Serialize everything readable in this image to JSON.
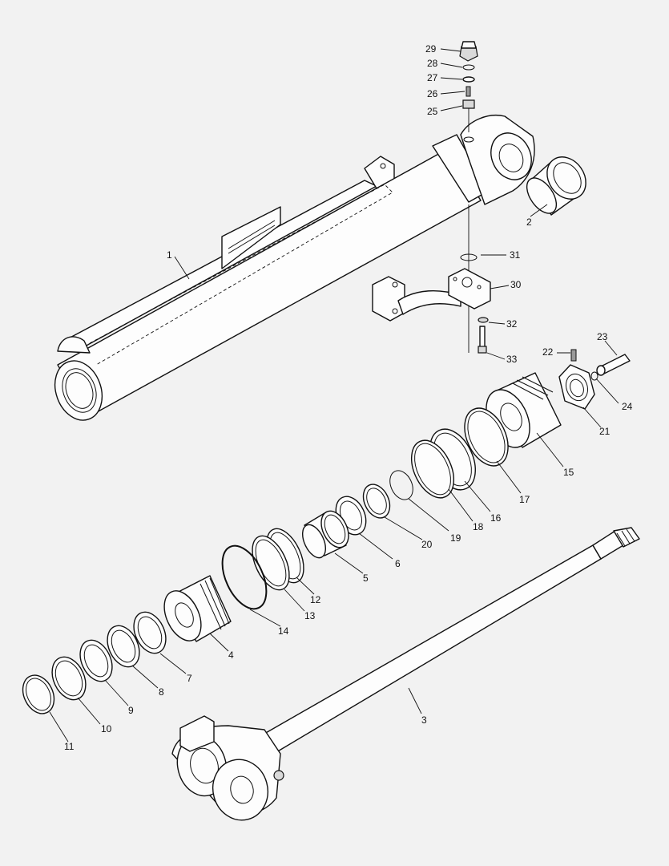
{
  "diagram": {
    "labels": [
      {
        "id": "1",
        "text": "1"
      },
      {
        "id": "2",
        "text": "2"
      },
      {
        "id": "3",
        "text": "3"
      },
      {
        "id": "4",
        "text": "4"
      },
      {
        "id": "5",
        "text": "5"
      },
      {
        "id": "6",
        "text": "6"
      },
      {
        "id": "7",
        "text": "7"
      },
      {
        "id": "8",
        "text": "8"
      },
      {
        "id": "9",
        "text": "9"
      },
      {
        "id": "10",
        "text": "10"
      },
      {
        "id": "11",
        "text": "11"
      },
      {
        "id": "12",
        "text": "12"
      },
      {
        "id": "13",
        "text": "13"
      },
      {
        "id": "14",
        "text": "14"
      },
      {
        "id": "15",
        "text": "15"
      },
      {
        "id": "16",
        "text": "16"
      },
      {
        "id": "17",
        "text": "17"
      },
      {
        "id": "18",
        "text": "18"
      },
      {
        "id": "19",
        "text": "19"
      },
      {
        "id": "20",
        "text": "20"
      },
      {
        "id": "21",
        "text": "21"
      },
      {
        "id": "22",
        "text": "22"
      },
      {
        "id": "23",
        "text": "23"
      },
      {
        "id": "24",
        "text": "24"
      },
      {
        "id": "25",
        "text": "25"
      },
      {
        "id": "26",
        "text": "26"
      },
      {
        "id": "27",
        "text": "27"
      },
      {
        "id": "28",
        "text": "28"
      },
      {
        "id": "29",
        "text": "29"
      },
      {
        "id": "30",
        "text": "30"
      },
      {
        "id": "31",
        "text": "31"
      },
      {
        "id": "32",
        "text": "32"
      },
      {
        "id": "33",
        "text": "33"
      }
    ]
  }
}
